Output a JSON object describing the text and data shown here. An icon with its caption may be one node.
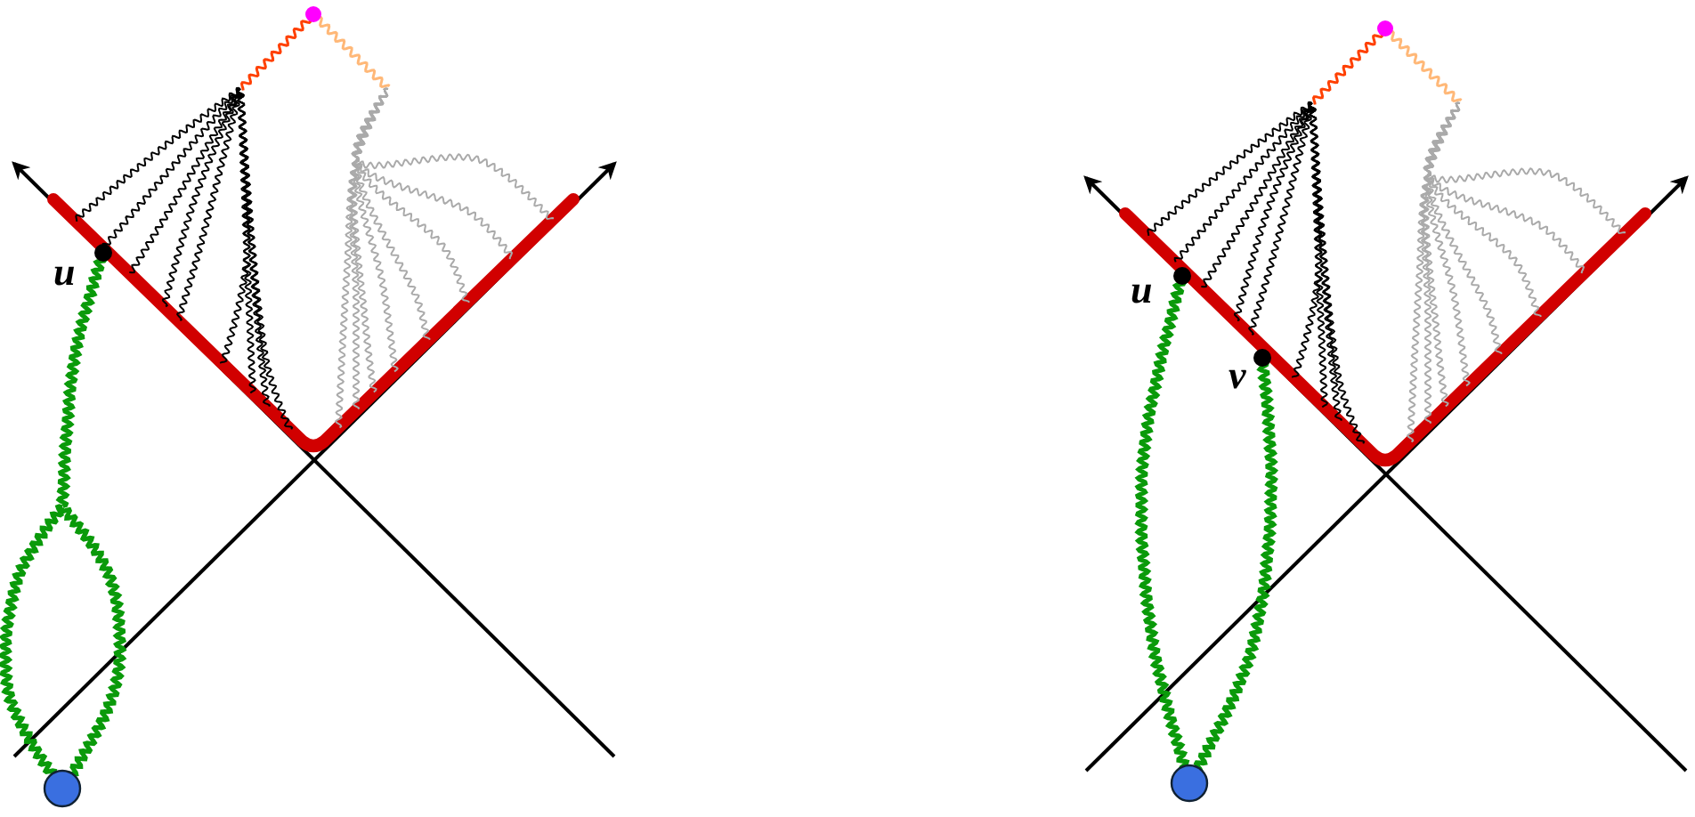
{
  "diagram": {
    "labels": [
      "u",
      "u",
      "v"
    ]
  }
}
